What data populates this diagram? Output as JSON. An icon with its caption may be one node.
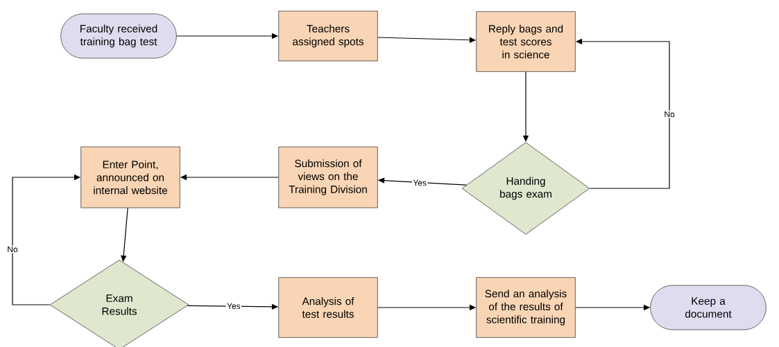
{
  "diagram": {
    "nodes": [
      {
        "text": [
          "Faculty received training bag test"
        ]
      },
      {
        "text": [
          "Teachers assigned spots"
        ]
      },
      {
        "text": [
          "Reply bags and test scores in science"
        ]
      },
      {
        "text": [
          "Handing bags exam"
        ]
      },
      {
        "text": [
          "Submission of views on the Training Division"
        ]
      },
      {
        "text": [
          "Enter Point, announced on internal website"
        ]
      },
      {
        "text": [
          "Exam Results"
        ]
      },
      {
        "text": [
          "Analysis of test results"
        ]
      },
      {
        "text": [
          "Send an analysis of the results of scientific training"
        ]
      },
      {
        "text": [
          "Keep a document"
        ]
      }
    ],
    "edges": [
      {
        "from": 0,
        "to": 1,
        "arrow": "to"
      },
      {
        "from": 1,
        "to": 2,
        "arrow": "to"
      },
      {
        "from": 2,
        "to": 3,
        "arrow": "to"
      },
      {
        "from": 3,
        "to": 4,
        "arrow": "to",
        "label": "Yes"
      },
      {
        "from": 3,
        "to": 2,
        "arrow": "to",
        "label": "No"
      },
      {
        "from": 4,
        "to": 5,
        "arrow": "to"
      },
      {
        "from": 5,
        "to": 6,
        "arrow": "to"
      },
      {
        "from": 6,
        "to": 7,
        "arrow": "to",
        "label": "Yes"
      },
      {
        "from": 6,
        "to": 5,
        "arrow": "to",
        "label": "No"
      },
      {
        "from": 7,
        "to": 8,
        "arrow": "to"
      },
      {
        "from": 8,
        "to": 9,
        "arrow": "to"
      }
    ]
  }
}
